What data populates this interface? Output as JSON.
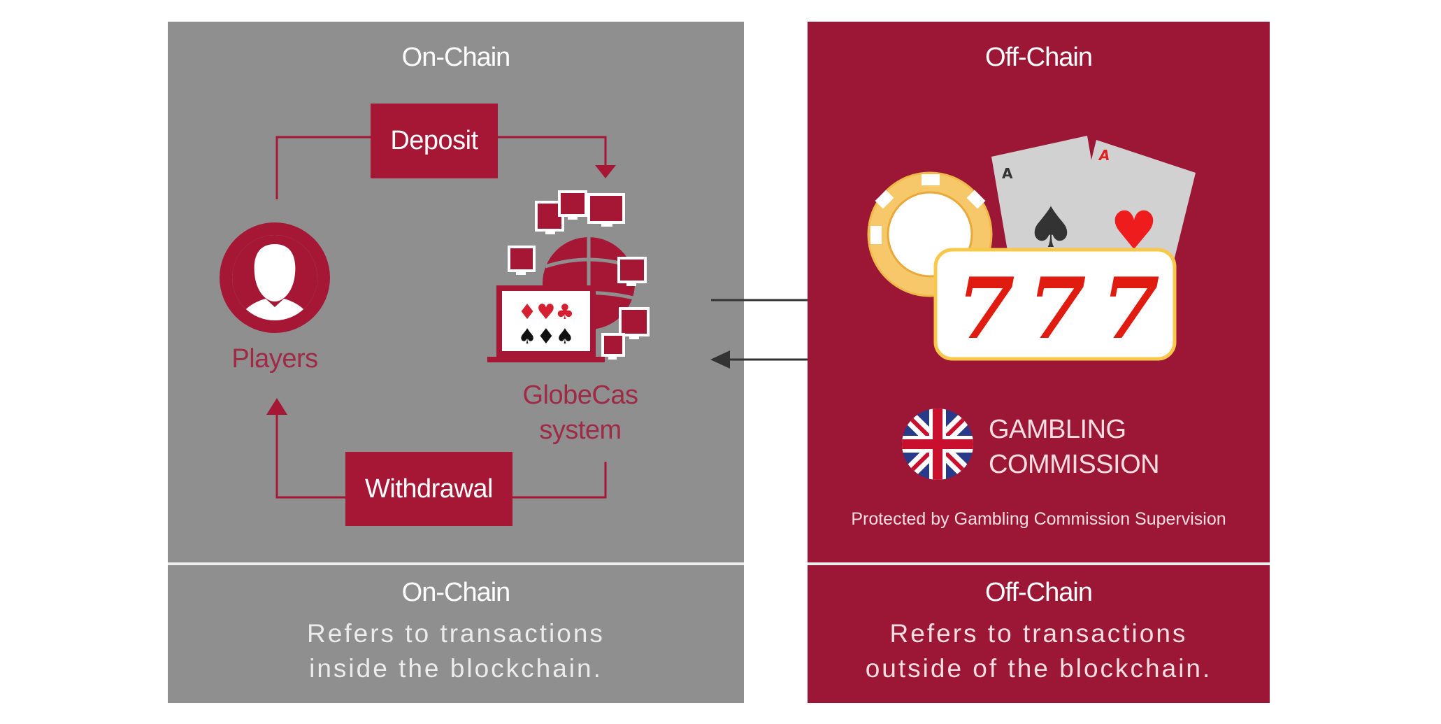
{
  "on_chain": {
    "title": "On-Chain",
    "deposit_label": "Deposit",
    "withdrawal_label": "Withdrawal",
    "players_label": "Players",
    "system_label_line1": "GlobeCas",
    "system_label_line2": "system",
    "footer_title": "On-Chain",
    "footer_desc_line1": "Refers to transactions",
    "footer_desc_line2": "inside the blockchain."
  },
  "off_chain": {
    "title": "Off-Chain",
    "slot_symbols": [
      "7",
      "7",
      "7"
    ],
    "card_ranks": [
      "A",
      "A"
    ],
    "regulator_line1": "GAMBLING",
    "regulator_line2": "COMMISSION",
    "protected_text": "Protected by Gambling Commission Supervision",
    "footer_title": "Off-Chain",
    "footer_desc_line1": "Refers to transactions",
    "footer_desc_line2": "outside of the blockchain."
  },
  "colors": {
    "on_chain_bg": "#8f8f8f",
    "off_chain_bg": "#9c1736",
    "accent_red": "#a51735",
    "arrow_dark": "#333333"
  }
}
